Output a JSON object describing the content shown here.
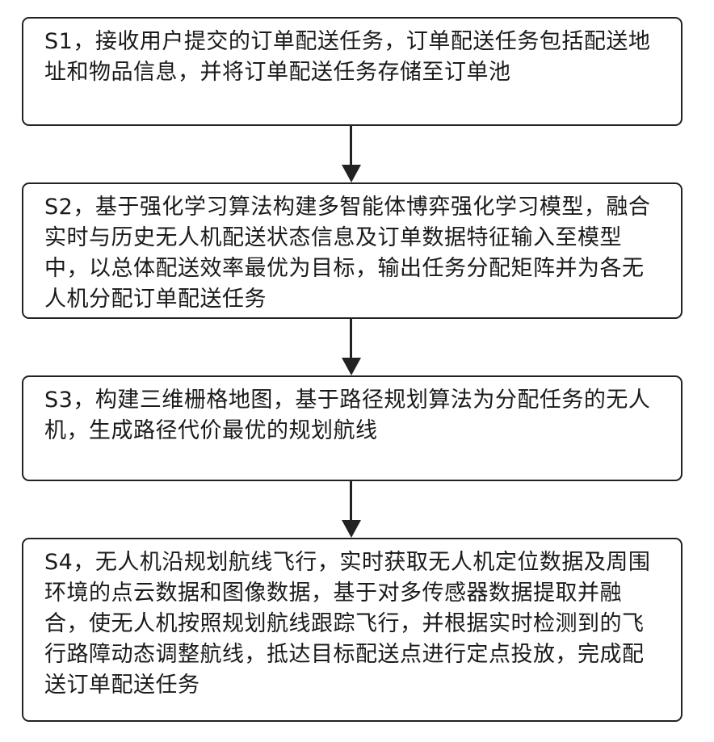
{
  "steps": [
    {
      "id": "S1",
      "text": "S1，接收用户提交的订单配送任务，订单配送任务包括配送地址和物品信息，并将订单配送任务存储至订单池"
    },
    {
      "id": "S2",
      "text": "S2，基于强化学习算法构建多智能体博弈强化学习模型，融合实时与历史无人机配送状态信息及订单数据特征输入至模型中，以总体配送效率最优为目标，输出任务分配矩阵并为各无人机分配订单配送任务"
    },
    {
      "id": "S3",
      "text": "S3，构建三维栅格地图，基于路径规划算法为分配任务的无人机，生成路径代价最优的规划航线"
    },
    {
      "id": "S4",
      "text": "S4，无人机沿规划航线飞行，实时获取无人机定位数据及周围环境的点云数据和图像数据，基于对多传感器数据提取并融合，使无人机按照规划航线跟踪飞行，并根据实时检测到的飞行路障动态调整航线，抵达目标配送点进行定点投放，完成配送订单配送任务"
    }
  ],
  "colors": {
    "border": "#222222",
    "arrow": "#222222",
    "text": "#1a1a1a",
    "background": "#ffffff"
  }
}
